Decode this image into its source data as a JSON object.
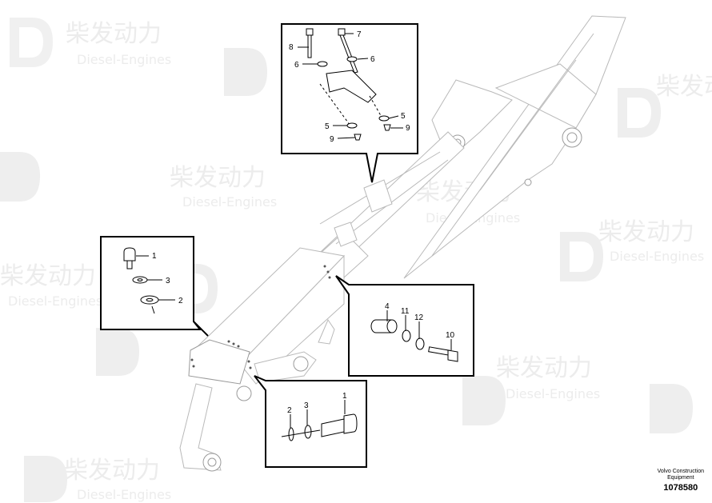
{
  "watermark": {
    "cn_text": "柴发动力",
    "en_text": "Diesel-Engines"
  },
  "callouts": {
    "top": {
      "labels": [
        "8",
        "7",
        "6",
        "6",
        "5",
        "5",
        "9",
        "9"
      ]
    },
    "left": {
      "labels": [
        "1",
        "3",
        "2"
      ]
    },
    "right": {
      "labels": [
        "4",
        "11",
        "12",
        "10"
      ]
    },
    "bottom": {
      "labels": [
        "1",
        "2",
        "3"
      ]
    }
  },
  "footer": {
    "brand_line1": "Volvo Construction",
    "brand_line2": "Equipment",
    "part_number": "1078580"
  }
}
